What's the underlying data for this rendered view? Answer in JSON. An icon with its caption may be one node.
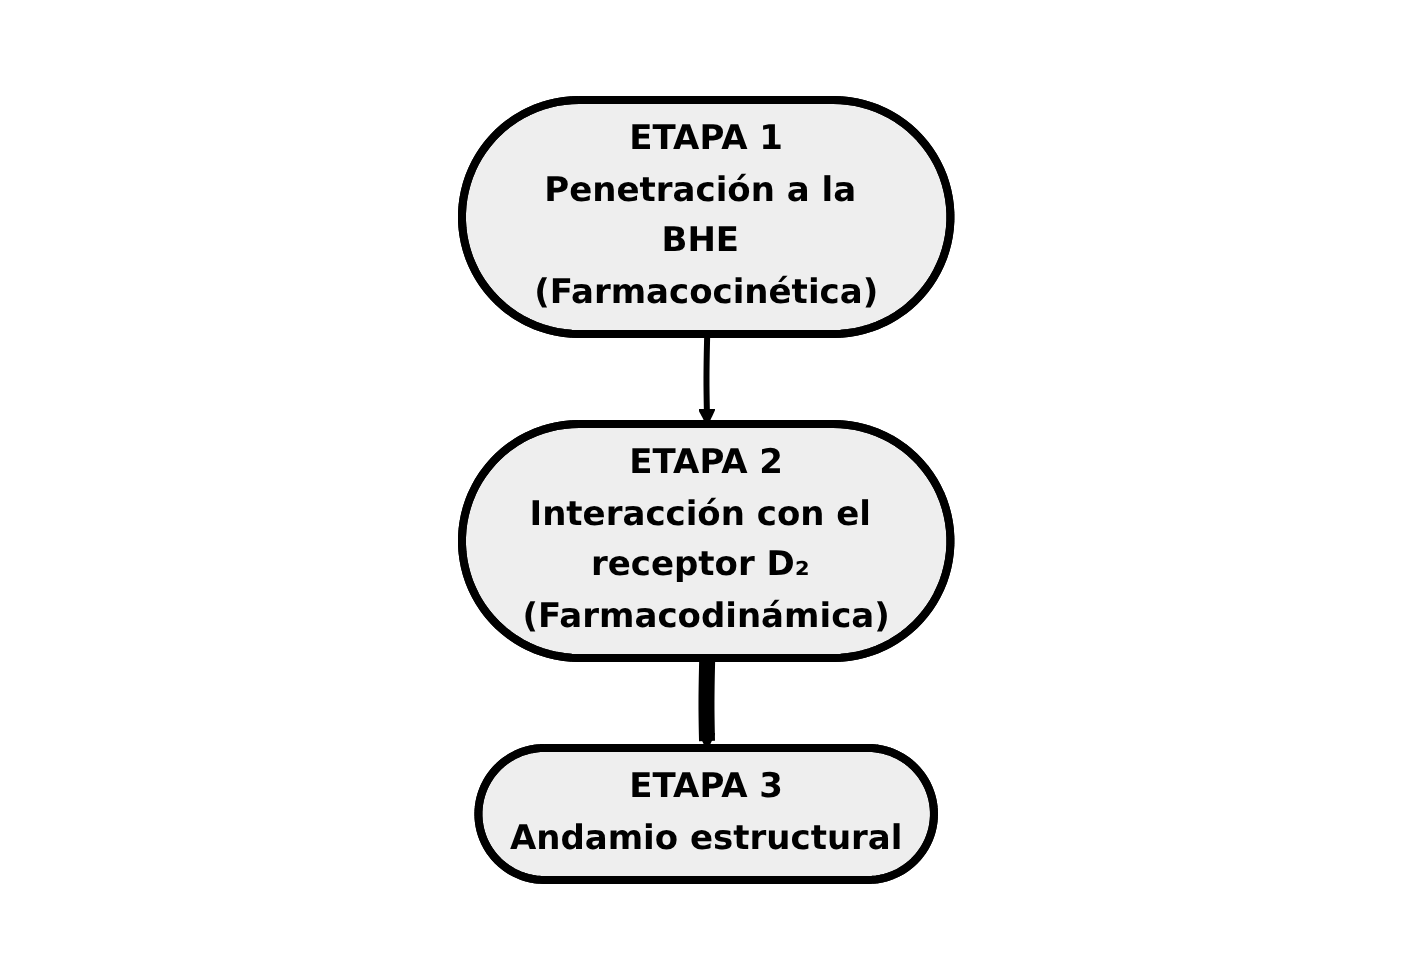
{
  "diagram": {
    "nodes": [
      {
        "text": [
          "ETAPA 1",
          "Penetración a la BHE (Farmacocinética)"
        ]
      },
      {
        "text": [
          "ETAPA 2",
          "Interacción con el receptor D₂ (Farmacodinámica)"
        ]
      },
      {
        "text": [
          "ETAPA 3",
          "Andamio estructural"
        ]
      }
    ],
    "edges": [
      {
        "from": 0,
        "to": 1,
        "arrow": "to"
      },
      {
        "from": 1,
        "to": 2,
        "arrow": "to",
        "style": "thick"
      }
    ]
  }
}
